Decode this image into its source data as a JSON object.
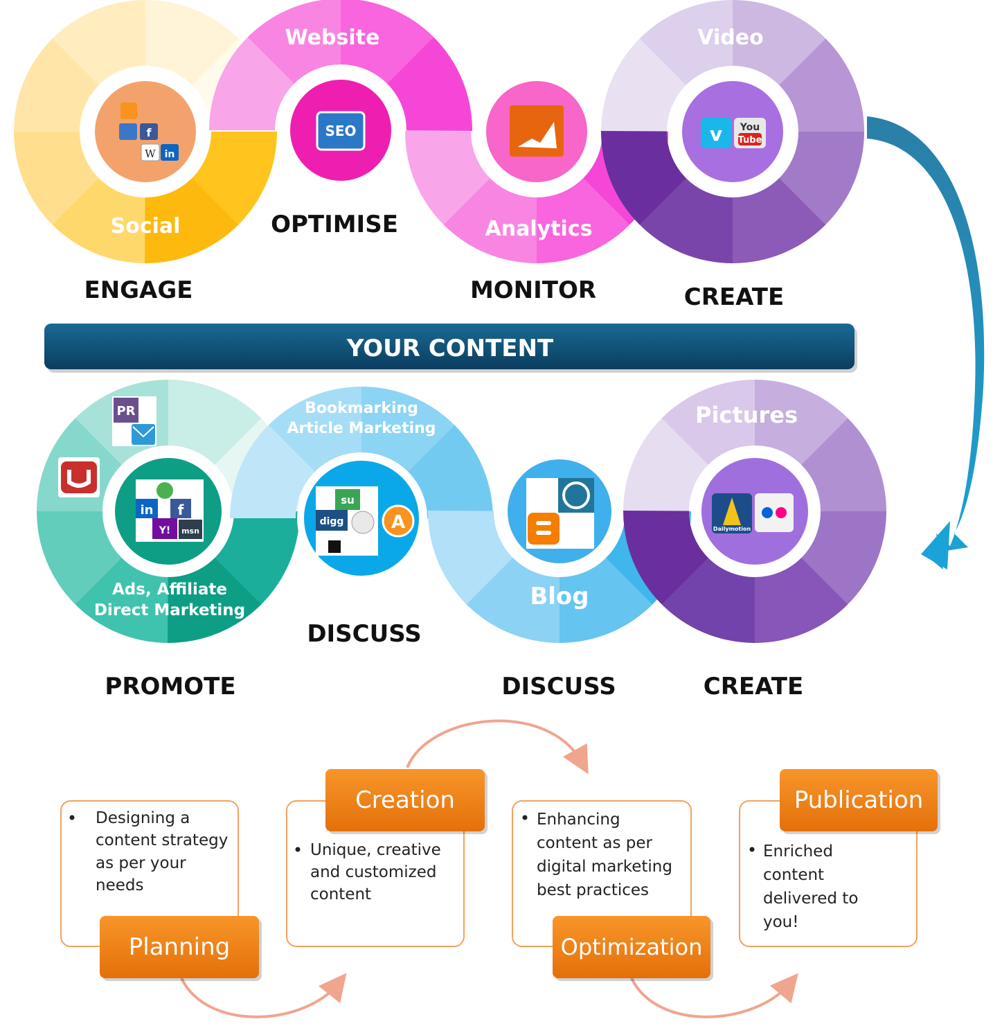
{
  "top_row": {
    "arc_labels": {
      "social": "Social",
      "website": "Website",
      "analytics": "Analytics",
      "video": "Video"
    },
    "stages": {
      "engage": "ENGAGE",
      "optimise": "OPTIMISE",
      "monitor": "MONITOR",
      "create": "CREATE"
    }
  },
  "banner": {
    "title": "YOUR CONTENT"
  },
  "bottom_row": {
    "arc_labels": {
      "bookmarking": [
        "Bookmarking",
        "Article Marketing"
      ],
      "ads": [
        "Ads, Affiliate",
        "Direct Marketing"
      ],
      "blog": "Blog",
      "pictures": "Pictures"
    },
    "stages": {
      "promote": "PROMOTE",
      "discuss_1": "DISCUSS",
      "discuss_2": "DISCUSS",
      "create": "CREATE"
    }
  },
  "icons": {
    "seo": "SEO",
    "pr": "PR",
    "yahoo": "Y!",
    "msn": "msn",
    "digg": "digg",
    "stumbleupon": "su",
    "youtube": [
      "You",
      "Tube"
    ],
    "vimeo": "v",
    "dailymotion": "Dailymotion",
    "wikipedia": "W",
    "linkedin": "in",
    "facebook": "f"
  },
  "process": [
    {
      "title": "Planning",
      "bullet": [
        "Designing a",
        "content strategy",
        "as per your",
        "needs"
      ]
    },
    {
      "title": "Creation",
      "bullet": [
        "Unique, creative",
        "and customized",
        "content"
      ]
    },
    {
      "title": "Optimization",
      "bullet": [
        "Enhancing",
        "content as per",
        "digital marketing",
        "best practices"
      ]
    },
    {
      "title": "Publication",
      "bullet": [
        "Enriched",
        "content",
        "delivered to",
        "you!"
      ]
    }
  ],
  "colors": {
    "yellow": "#FDC02C",
    "pink": "#F646D7",
    "purple": "#8C54B4",
    "teal": "#1BAE9B",
    "blue": "#3FB6EC",
    "banner": "#0E4A6E",
    "orange": "#F07C10",
    "arrow": "#1F8DBB"
  }
}
